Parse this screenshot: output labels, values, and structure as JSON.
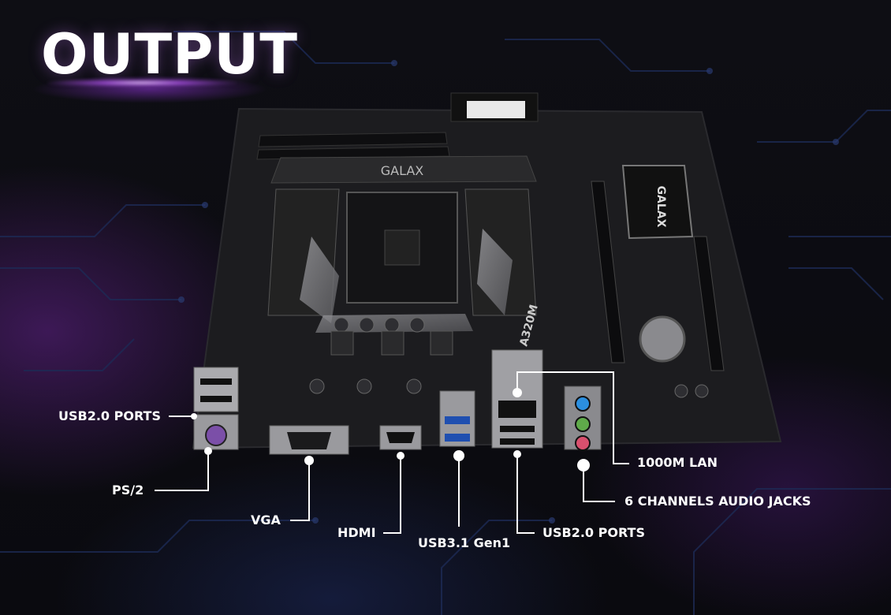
{
  "title": "OUTPUT",
  "board_model": "A320M",
  "brand": "GALAX",
  "labels": {
    "usb20_left": "USB2.0 PORTS",
    "ps2": "PS/2",
    "vga": "VGA",
    "hdmi": "HDMI",
    "usb31": "USB3.1 Gen1",
    "usb20_right": "USB2.0 PORTS",
    "lan": "1000M LAN",
    "audio": "6 CHANNELS AUDIO JACKS"
  },
  "colors": {
    "background": "#0b0b10",
    "accent_glow": "#b25cff",
    "pcb": "#1a1a1c",
    "heatsink": "#8a8a8e",
    "text": "#ffffff"
  }
}
